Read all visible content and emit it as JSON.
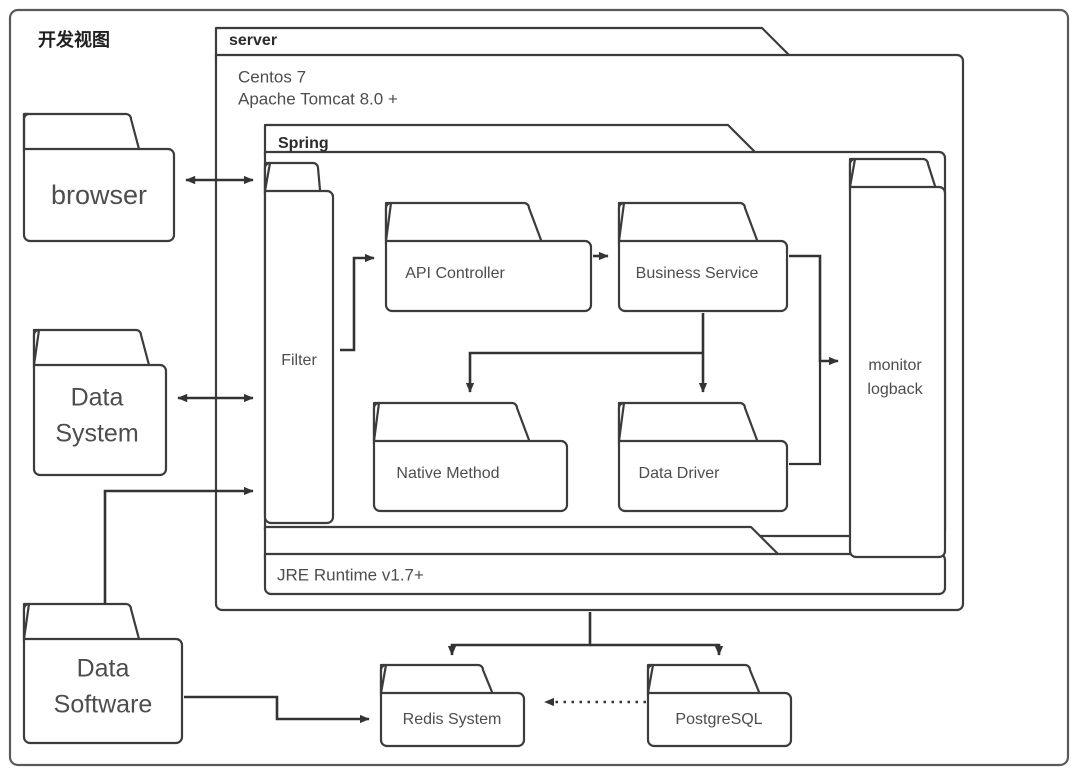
{
  "view": {
    "title": "开发视图"
  },
  "containers": {
    "server": {
      "tab_label": "server",
      "lines": [
        "Centos 7",
        "Apache Tomcat 8.0 +"
      ]
    },
    "spring": {
      "tab_label": "Spring"
    },
    "jre": {
      "label": "JRE Runtime v1.7+"
    }
  },
  "nodes": {
    "browser": {
      "label": "browser"
    },
    "data_system": {
      "label_line1": "Data",
      "label_line2": "System"
    },
    "data_software": {
      "label_line1": "Data",
      "label_line2": "Software"
    },
    "filter": {
      "label": "Filter"
    },
    "api_controller": {
      "label": "API Controller"
    },
    "business_service": {
      "label": "Business Service"
    },
    "native_method": {
      "label": "Native Method"
    },
    "data_driver": {
      "label": "Data Driver"
    },
    "monitor": {
      "label_line1": "monitor",
      "label_line2": "logback"
    },
    "redis": {
      "label": "Redis System"
    },
    "postgres": {
      "label": "PostgreSQL"
    }
  },
  "colors": {
    "stroke": "#3c3c3c",
    "connector": "#333333",
    "text": "#4d4d4d",
    "background": "#ffffff",
    "frame": "#5a5a5a"
  }
}
